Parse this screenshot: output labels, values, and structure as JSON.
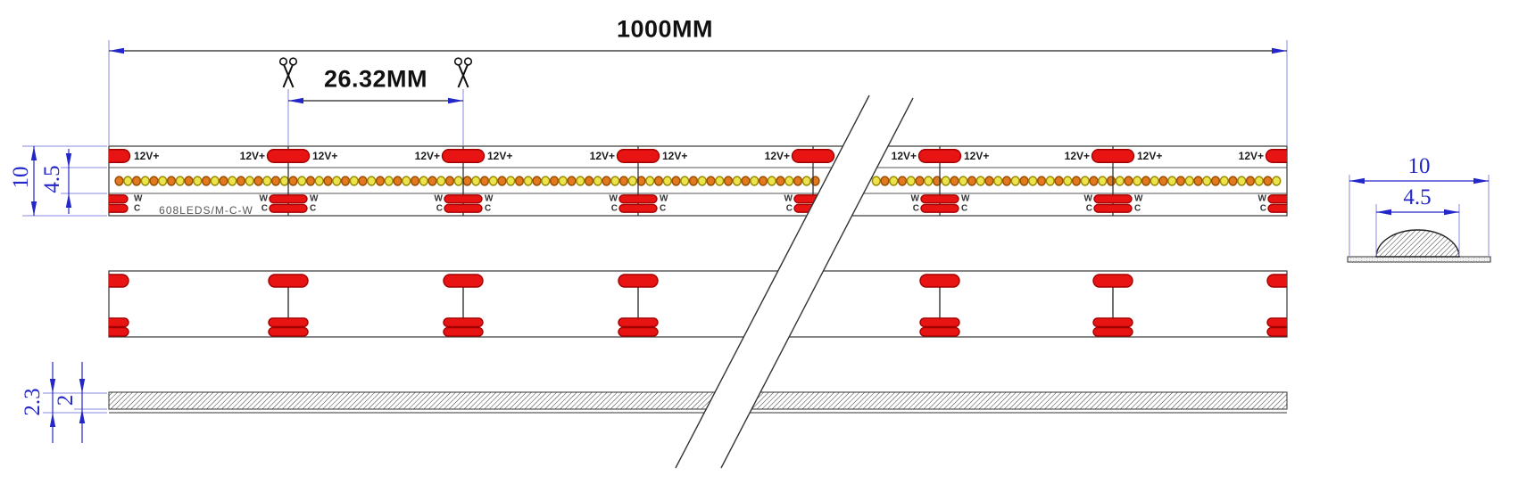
{
  "drawing": {
    "title": "LED strip dimension drawing",
    "total_length": "1000MM",
    "cut_length": "26.32MM",
    "strip_width": "10",
    "led_band_width": "4.5",
    "total_thickness": "2.3",
    "body_thickness": "2",
    "section_width": "10",
    "section_dome_width": "4.5",
    "pad_label": "12V+",
    "warm_label": "W",
    "cool_label": "C",
    "model_label": "608LEDS/M-C-W"
  },
  "icons": {
    "cut_marker": "scissors-icon"
  },
  "colors": {
    "dimension_blue": "#2326c9",
    "extension_blue": "#8a8ae0",
    "pad_red": "#e81414",
    "pad_red_dark": "#a30000",
    "led_orange": "#e2791e",
    "led_orange_rim": "#9a4d00",
    "led_yellow": "#ece44f",
    "led_yellow_rim": "#9a8a00",
    "line_dark": "#3c3c3c",
    "dim_text_dark": "#111111",
    "model_text": "#565656"
  }
}
